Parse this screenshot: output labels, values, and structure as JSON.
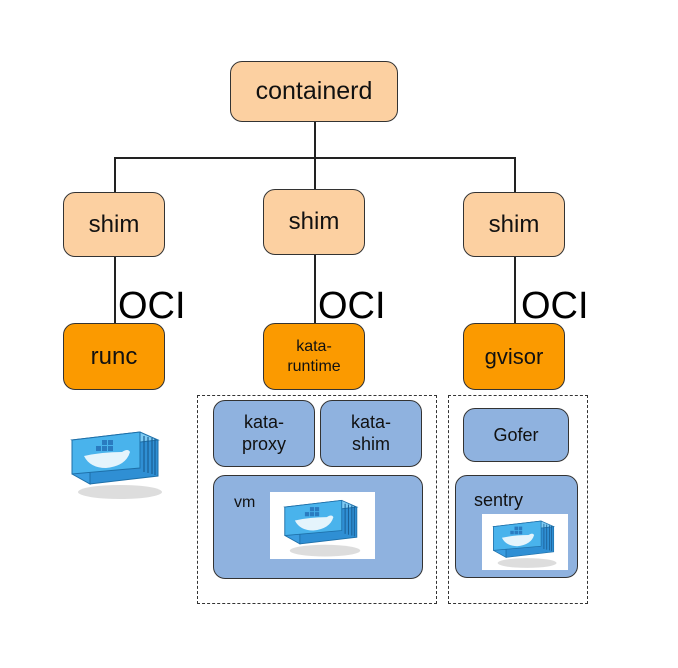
{
  "root": {
    "label": "containerd"
  },
  "shims": [
    {
      "label": "shim"
    },
    {
      "label": "shim"
    },
    {
      "label": "shim"
    }
  ],
  "oci_labels": [
    "OCI",
    "OCI",
    "OCI"
  ],
  "runtimes": [
    {
      "label": "runc"
    },
    {
      "label": "kata-\nruntime"
    },
    {
      "label": "gvisor"
    }
  ],
  "kata_group": {
    "components": [
      {
        "label": "kata-\nproxy"
      },
      {
        "label": "kata-\nshim"
      }
    ],
    "vm": {
      "label": "vm"
    }
  },
  "gvisor_group": {
    "components": [
      {
        "label": "Gofer"
      }
    ],
    "sentry": {
      "label": "sentry"
    }
  },
  "icons": {
    "container": "docker-container-icon"
  },
  "colors": {
    "peach": "#fcd0a1",
    "orange": "#fb9a00",
    "blue": "#8fb2df",
    "container": "#3fa7e3"
  }
}
